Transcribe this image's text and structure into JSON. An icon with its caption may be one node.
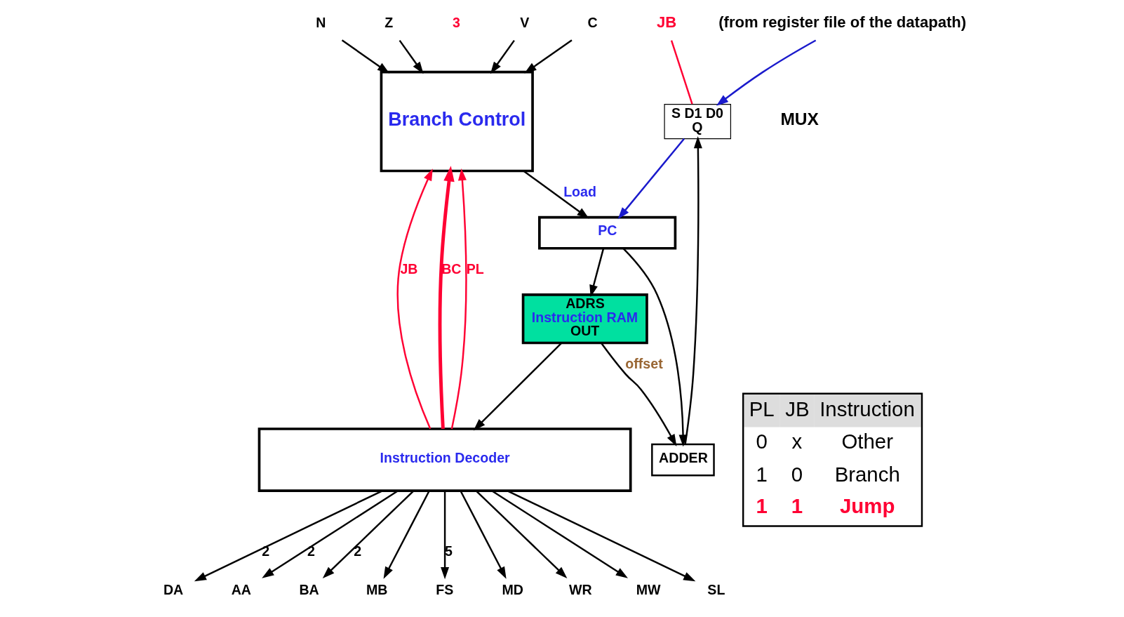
{
  "diagram": {
    "nodes": [
      {
        "text": [
          "S D1 D0",
          "Q"
        ],
        "beside": [
          "MUX"
        ]
      },
      {
        "text": [
          "Branch Control"
        ]
      },
      {
        "text": [
          "PC"
        ]
      },
      {
        "text": [
          "ADDER"
        ]
      },
      {
        "text": [
          "ADRS",
          "Instruction RAM",
          "OUT"
        ]
      },
      {
        "text": [
          "Instruction Decoder"
        ]
      },
      {
        "text": [
          "(from register file of the datapath)"
        ]
      },
      {
        "text": [
          "JB"
        ]
      },
      {
        "text": [
          "V"
        ]
      },
      {
        "text": [
          "C"
        ]
      },
      {
        "text": [
          "N"
        ]
      },
      {
        "text": [
          "Z"
        ]
      },
      {
        "text": [
          "DA"
        ]
      },
      {
        "text": [
          "AA"
        ]
      },
      {
        "text": [
          "BA"
        ]
      },
      {
        "text": [
          "MB"
        ]
      },
      {
        "text": [
          "FS"
        ]
      },
      {
        "text": [
          "MD"
        ]
      },
      {
        "text": [
          "WR"
        ]
      },
      {
        "text": [
          "MW"
        ]
      },
      {
        "text": [
          "SL"
        ]
      }
    ],
    "edges": [
      {
        "from": 6,
        "to": 0,
        "arrow": "to",
        "color": "#1a1acc"
      },
      {
        "from": 7,
        "to": 0,
        "arrow": "none",
        "color": "#ff0033"
      },
      {
        "from": 3,
        "to": 0,
        "arrow": "to"
      },
      {
        "from": 0,
        "to": 2,
        "arrow": "to",
        "color": "#1a1acc"
      },
      {
        "from": 1,
        "to": 2,
        "arrow": "to",
        "label": "Load"
      },
      {
        "from": 2,
        "to": 4,
        "arrow": "to"
      },
      {
        "from": 2,
        "to": 3,
        "arrow": "to"
      },
      {
        "from": 4,
        "to": 5,
        "arrow": "to"
      },
      {
        "from": 4,
        "to": 3,
        "arrow": "to",
        "label": "offset"
      },
      {
        "from": 8,
        "to": 1,
        "arrow": "to"
      },
      {
        "from": 9,
        "to": 1,
        "arrow": "to"
      },
      {
        "from": 10,
        "to": 1,
        "arrow": "to"
      },
      {
        "from": 11,
        "to": 1,
        "arrow": "to"
      },
      {
        "from": 5,
        "to": 1,
        "arrow": "to",
        "label": "PL",
        "color": "#ff0033"
      },
      {
        "from": 5,
        "to": 1,
        "arrow": "to",
        "label": "JB",
        "color": "#ff0033"
      },
      {
        "from": 5,
        "to": 1,
        "arrow": "to",
        "label": "BC",
        "color": "#ff0033",
        "style": "thick"
      },
      {
        "from": 5,
        "to": 12,
        "arrow": "to",
        "label": "2"
      },
      {
        "from": 5,
        "to": 13,
        "arrow": "to",
        "label": "2"
      },
      {
        "from": 5,
        "to": 14,
        "arrow": "to",
        "label": "2"
      },
      {
        "from": 5,
        "to": 15,
        "arrow": "to"
      },
      {
        "from": 5,
        "to": 16,
        "arrow": "to",
        "label": "5"
      },
      {
        "from": 5,
        "to": 17,
        "arrow": "to"
      },
      {
        "from": 5,
        "to": 18,
        "arrow": "to"
      },
      {
        "from": 5,
        "to": 19,
        "arrow": "to"
      },
      {
        "from": 5,
        "to": 20,
        "arrow": "to"
      }
    ],
    "labels": [
      "3",
      "PL",
      "JB",
      "Instruction",
      "0",
      "x",
      "Other",
      "1",
      "0",
      "Branch",
      "1",
      "1",
      "Jump"
    ]
  }
}
